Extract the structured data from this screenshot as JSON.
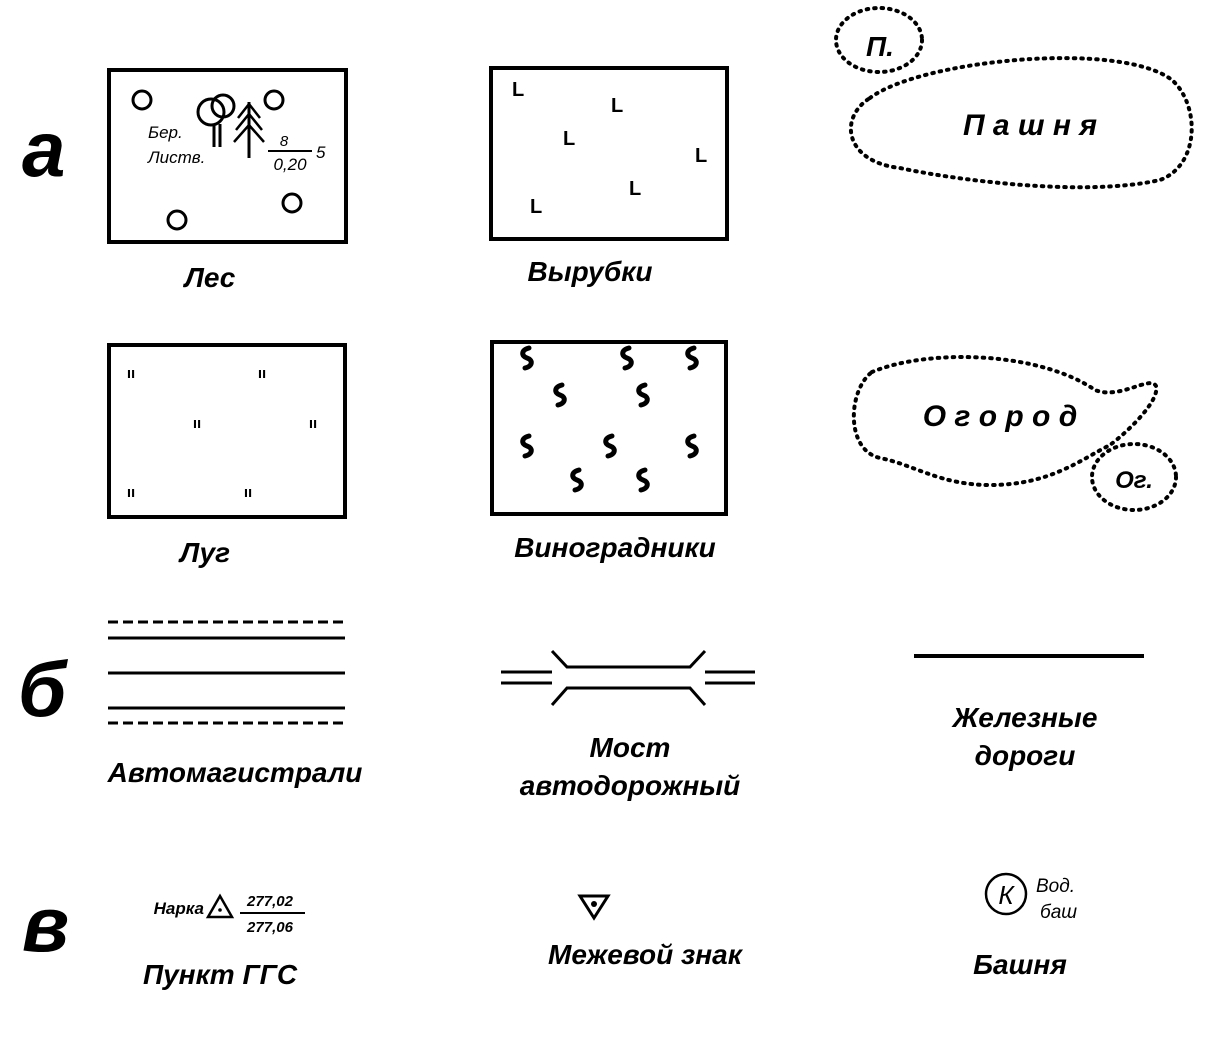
{
  "sections": [
    {
      "letter": "а"
    },
    {
      "letter": "б"
    },
    {
      "letter": "в"
    }
  ],
  "forest": {
    "caption": "Лес",
    "species_line1": "Бер.",
    "species_line2": "Листв.",
    "height": "8",
    "diameter": "0,20",
    "spacing": "5"
  },
  "clearing": {
    "caption": "Вырубки",
    "glyph": "L"
  },
  "arable": {
    "label": "П а ш н я",
    "abbr": "П."
  },
  "meadow": {
    "caption": "Луг",
    "glyph": "ıı"
  },
  "vineyard": {
    "caption": "Виноградники",
    "glyph": "vine-icon"
  },
  "garden": {
    "label": "О г о р о д",
    "abbr": "Ог."
  },
  "highway": {
    "caption": "Автомагистрали"
  },
  "bridge": {
    "caption_line1": "Мост",
    "caption_line2": "автодорожный"
  },
  "railway": {
    "caption_line1": "Железные",
    "caption_line2": "дороги"
  },
  "ggs_point": {
    "caption": "Пункт ГГС",
    "name": "Нарка",
    "numerator": "277,02",
    "denominator": "277,06"
  },
  "boundary_mark": {
    "caption": "Межевой знак"
  },
  "tower": {
    "caption": "Башня",
    "letter": "К",
    "note_line1": "Вод.",
    "note_line2": "баш"
  }
}
